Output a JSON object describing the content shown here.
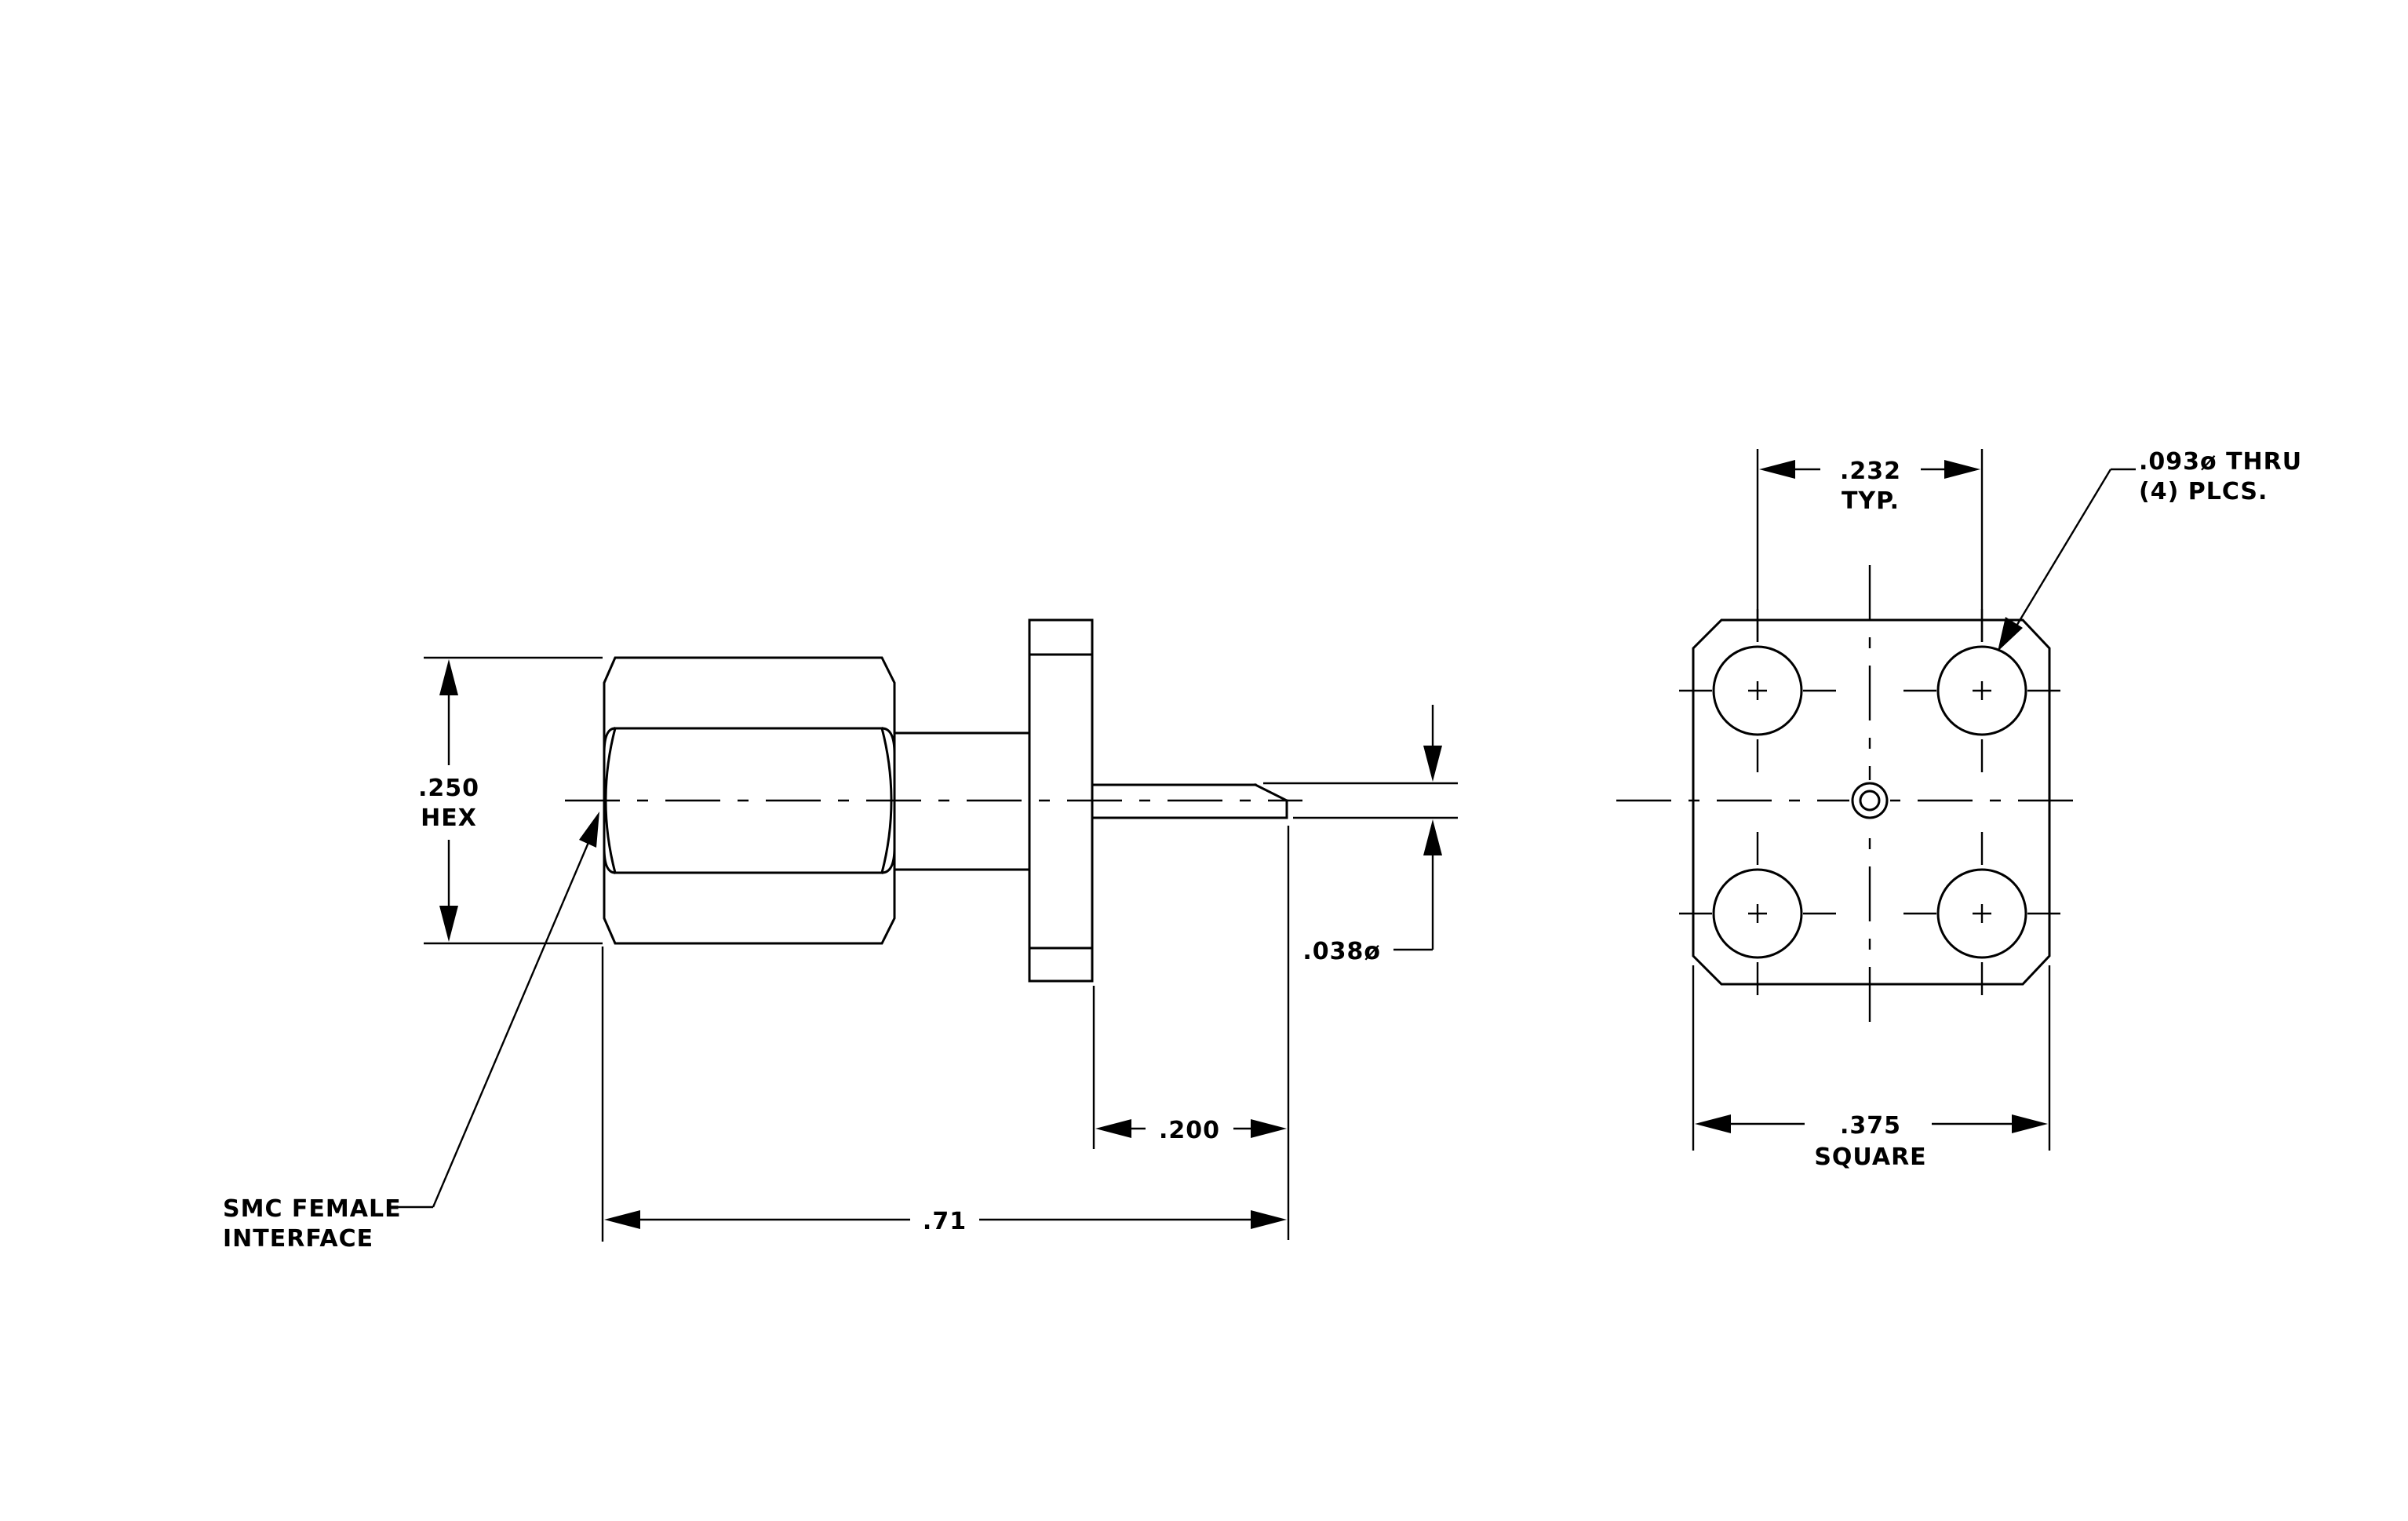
{
  "side_view": {
    "hex_dim_value": ".250",
    "hex_dim_note": "HEX",
    "interface_label_line1": "SMC  FEMALE",
    "interface_label_line2": "INTERFACE",
    "pin_diameter": ".038ø",
    "pin_length": ".200",
    "overall_length": ".71"
  },
  "end_view": {
    "hole_spacing_value": ".232",
    "hole_spacing_note": "TYP.",
    "hole_callout_line1": ".093ø  THRU",
    "hole_callout_line2": "(4)  PLCS.",
    "flange_size_value": ".375",
    "flange_size_note": "SQUARE"
  }
}
